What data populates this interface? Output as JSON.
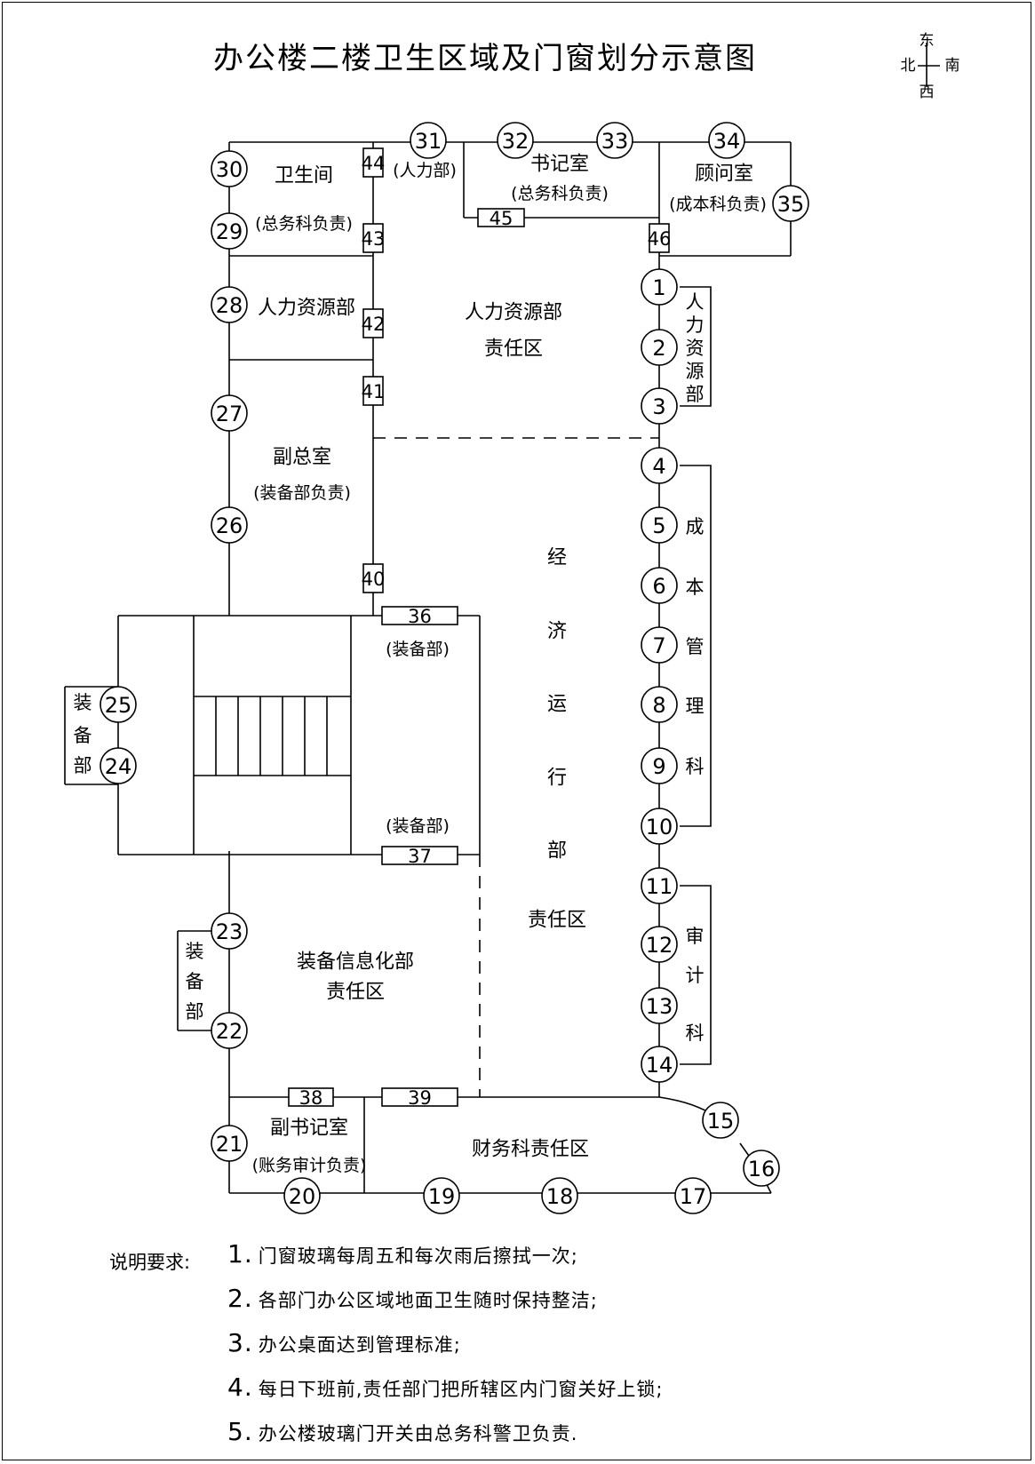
{
  "title": "办公楼二楼卫生区域及门窗划分示意图",
  "compass": {
    "east": "东",
    "west": "西",
    "north": "北",
    "south": "南"
  },
  "windows": [
    {
      "id": "1",
      "label": "1"
    },
    {
      "id": "2",
      "label": "2"
    },
    {
      "id": "3",
      "label": "3"
    },
    {
      "id": "4",
      "label": "4"
    },
    {
      "id": "5",
      "label": "5"
    },
    {
      "id": "6",
      "label": "6"
    },
    {
      "id": "7",
      "label": "7"
    },
    {
      "id": "8",
      "label": "8"
    },
    {
      "id": "9",
      "label": "9"
    },
    {
      "id": "10",
      "label": "10"
    },
    {
      "id": "11",
      "label": "11"
    },
    {
      "id": "12",
      "label": "12"
    },
    {
      "id": "13",
      "label": "13"
    },
    {
      "id": "14",
      "label": "14"
    },
    {
      "id": "15",
      "label": "15"
    },
    {
      "id": "16",
      "label": "16"
    },
    {
      "id": "17",
      "label": "17"
    },
    {
      "id": "18",
      "label": "18"
    },
    {
      "id": "19",
      "label": "19"
    },
    {
      "id": "20",
      "label": "20"
    },
    {
      "id": "21",
      "label": "21"
    },
    {
      "id": "22",
      "label": "22"
    },
    {
      "id": "23",
      "label": "23"
    },
    {
      "id": "24",
      "label": "24"
    },
    {
      "id": "25",
      "label": "25"
    },
    {
      "id": "26",
      "label": "26"
    },
    {
      "id": "27",
      "label": "27"
    },
    {
      "id": "28",
      "label": "28"
    },
    {
      "id": "29",
      "label": "29"
    },
    {
      "id": "30",
      "label": "30"
    },
    {
      "id": "31",
      "label": "31"
    },
    {
      "id": "32",
      "label": "32"
    },
    {
      "id": "33",
      "label": "33"
    },
    {
      "id": "34",
      "label": "34"
    },
    {
      "id": "35",
      "label": "35"
    }
  ],
  "doors": [
    {
      "id": "36",
      "label": "36"
    },
    {
      "id": "37",
      "label": "37"
    },
    {
      "id": "38",
      "label": "38"
    },
    {
      "id": "39",
      "label": "39"
    },
    {
      "id": "40",
      "label": "40"
    },
    {
      "id": "41",
      "label": "41"
    },
    {
      "id": "42",
      "label": "42"
    },
    {
      "id": "43",
      "label": "43"
    },
    {
      "id": "44",
      "label": "44"
    },
    {
      "id": "45",
      "label": "45"
    },
    {
      "id": "46",
      "label": "46"
    }
  ],
  "rooms": {
    "toilet": {
      "name": "卫生间",
      "owner": "(总务科负责)"
    },
    "hr_office": {
      "name": "人力资源部"
    },
    "hr_small": {
      "name": "(人力部)"
    },
    "secretary": {
      "name": "书记室",
      "owner": "(总务科负责)"
    },
    "advisor": {
      "name": "顾问室",
      "owner": "(成本科负责)"
    },
    "hr_zone": {
      "line1": "人力资源部",
      "line2": "责任区"
    },
    "deputy": {
      "name": "副总室",
      "owner": "(装备部负责)"
    },
    "economic_zone": {
      "chars": [
        "经",
        "济",
        "运",
        "行",
        "部"
      ],
      "tail": "责任区"
    },
    "equip_door_top": "(装备部)",
    "equip_door_bottom": "(装备部)",
    "equip_info_zone": {
      "line1": "装备信息化部",
      "line2": "责任区"
    },
    "deputy_secretary": {
      "name": "副书记室",
      "owner": "(账务审计负责)"
    },
    "finance_zone": {
      "name": "财务科责任区"
    }
  },
  "side_labels": {
    "hr_windows": [
      "人",
      "力",
      "资",
      "源",
      "部"
    ],
    "cost_windows": [
      "成",
      "本",
      "管",
      "理",
      "科"
    ],
    "audit_windows": [
      "审",
      "计",
      "科"
    ],
    "equip_left_upper": [
      "装",
      "备",
      "部"
    ],
    "equip_left_lower": [
      "装",
      "备",
      "部"
    ]
  },
  "notes": {
    "label": "说明要求:",
    "items": [
      {
        "num": "1.",
        "text": "门窗玻璃每周五和每次雨后擦拭一次;"
      },
      {
        "num": "2.",
        "text": "各部门办公区域地面卫生随时保持整洁;"
      },
      {
        "num": "3.",
        "text": "办公桌面达到管理标准;"
      },
      {
        "num": "4.",
        "text": "每日下班前,责任部门把所辖区内门窗关好上锁;"
      },
      {
        "num": "5.",
        "text": "办公楼玻璃门开关由总务科警卫负责."
      }
    ]
  }
}
